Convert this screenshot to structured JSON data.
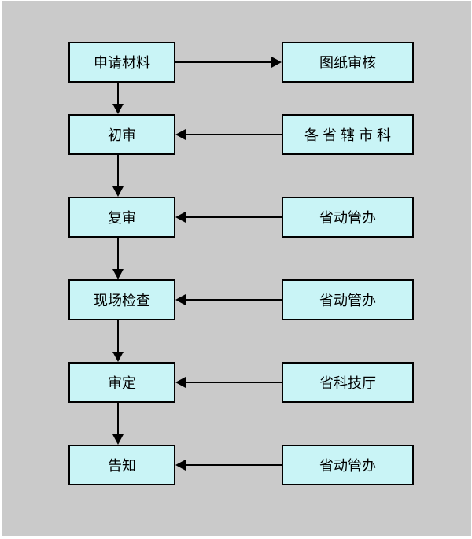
{
  "diagram": {
    "type": "flowchart",
    "background_color": "#cacaca",
    "node_fill_color": "#c9f4f6",
    "node_border_color": "#000000",
    "arrow_color": "#000000",
    "rows": [
      {
        "left": {
          "label": "申请材料"
        },
        "right": {
          "label": "图纸审核"
        },
        "horizontal_arrow": "left-to-right"
      },
      {
        "left": {
          "label": "初审"
        },
        "right": {
          "label": "各 省 辖 市 科"
        },
        "horizontal_arrow": "right-to-left"
      },
      {
        "left": {
          "label": "复审"
        },
        "right": {
          "label": "省动管办"
        },
        "horizontal_arrow": "right-to-left"
      },
      {
        "left": {
          "label": "现场检查"
        },
        "right": {
          "label": "省动管办"
        },
        "horizontal_arrow": "right-to-left"
      },
      {
        "left": {
          "label": "审定"
        },
        "right": {
          "label": "省科技厅"
        },
        "horizontal_arrow": "right-to-left"
      },
      {
        "left": {
          "label": "告知"
        },
        "right": {
          "label": "省动管办"
        },
        "horizontal_arrow": "right-to-left"
      }
    ],
    "vertical_flow": [
      "申请材料 -> 初审",
      "初审 -> 复审",
      "复审 -> 现场检查",
      "现场检查 -> 审定",
      "审定 -> 告知"
    ]
  }
}
